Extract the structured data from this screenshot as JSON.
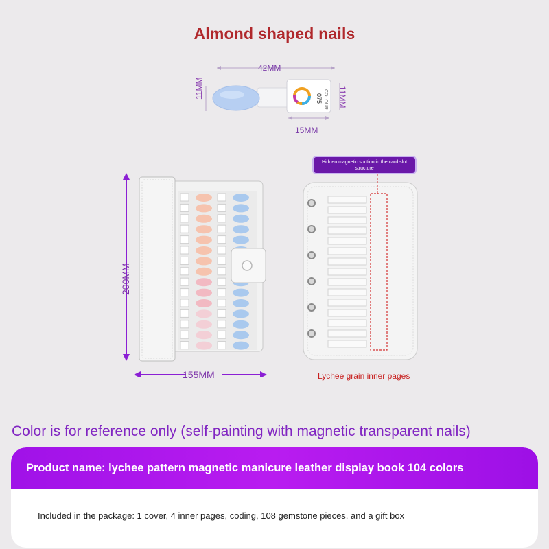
{
  "title": "Almond shaped nails",
  "tip_dimensions": {
    "width": "42MM",
    "height_left": "11MM",
    "height_right": "11MM",
    "tab_width": "15MM",
    "tab_number": "075",
    "tab_word": "COLOUR"
  },
  "book_dimensions": {
    "height": "200MM",
    "width": "155MM"
  },
  "callout": {
    "text": "Hidden magnetic suction in the card slot structure"
  },
  "inner_page_label": "Lychee grain inner pages",
  "reference_note": "Color is for reference only (self-painting with magnetic transparent nails)",
  "product": {
    "name": "Product name: lychee pattern magnetic manicure leather display book 104 colors",
    "package": "Included in the package: 1 cover, 4 inner pages, coding, 108 gemstone pieces, and a gift box"
  },
  "colors": {
    "title": "#b0282c",
    "accent_purple": "#a012e8",
    "dimension_purple": "#7a2fa8",
    "label_red": "#c8201f"
  }
}
